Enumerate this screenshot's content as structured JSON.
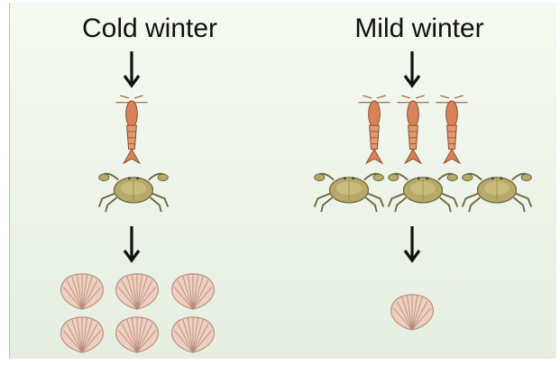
{
  "columns": [
    {
      "title": "Cold winter",
      "shrimp_count": 1,
      "crab_count": 1,
      "cockle_count": 6
    },
    {
      "title": "Mild winter",
      "shrimp_count": 3,
      "crab_count": 3,
      "cockle_count": 1
    }
  ],
  "colors": {
    "background_top": "#f5faf0",
    "background_bottom": "#e6eee2",
    "shrimp": "#d9825a",
    "crab": "#b7a969",
    "cockle": "#e9c3b3",
    "arrow": "#111111"
  },
  "icons": [
    "down-arrow-icon",
    "shrimp-icon",
    "crab-icon",
    "cockle-shell-icon"
  ]
}
